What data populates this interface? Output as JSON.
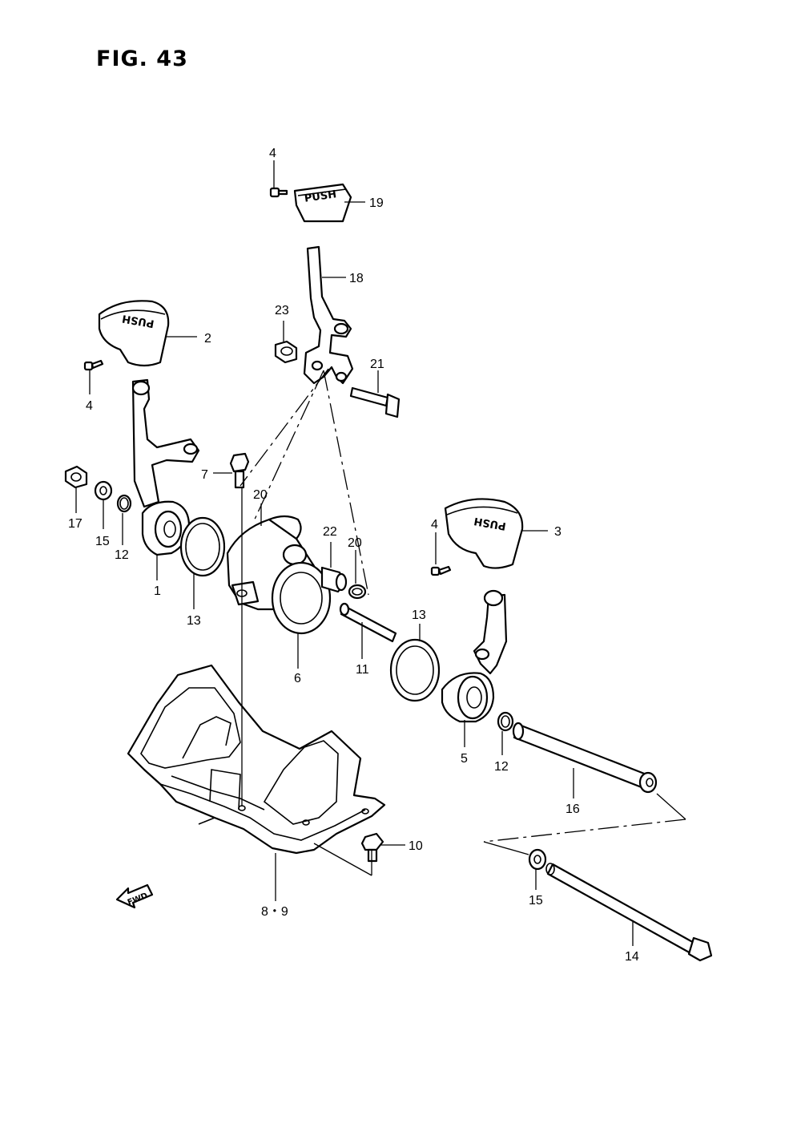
{
  "figure": {
    "title": "FIG. 43"
  },
  "knob_text": "PUSH",
  "fwd_label": "FWD",
  "callouts": {
    "c4_top": "4",
    "c19": "19",
    "c18": "18",
    "c23": "23",
    "c2": "2",
    "c4_left": "4",
    "c21": "21",
    "c7": "7",
    "c20_left": "20",
    "c17": "17",
    "c15_left": "15",
    "c12_left": "12",
    "c1": "1",
    "c13_left": "13",
    "c22": "22",
    "c20_right": "20",
    "c4_right": "4",
    "c3": "3",
    "c6": "6",
    "c11": "11",
    "c13_right": "13",
    "c5": "5",
    "c12_right": "12",
    "c16": "16",
    "c10": "10",
    "c8_9": "8・9",
    "c15_right": "15",
    "c14": "14"
  }
}
